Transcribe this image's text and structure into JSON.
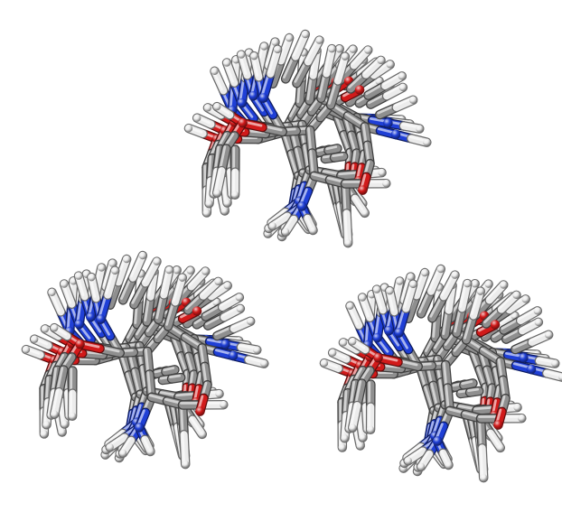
{
  "scene": {
    "background": "#ffffff",
    "atom_colors": {
      "carbon": "#8f8f8f",
      "hydrogen": "#ececec",
      "nitrogen": "#1f3fd6",
      "oxygen": "#d11a1a"
    },
    "molecules": [
      {
        "name": "molecular-model-top"
      },
      {
        "name": "molecular-model-bottom-left"
      },
      {
        "name": "molecular-model-bottom-right"
      }
    ]
  }
}
